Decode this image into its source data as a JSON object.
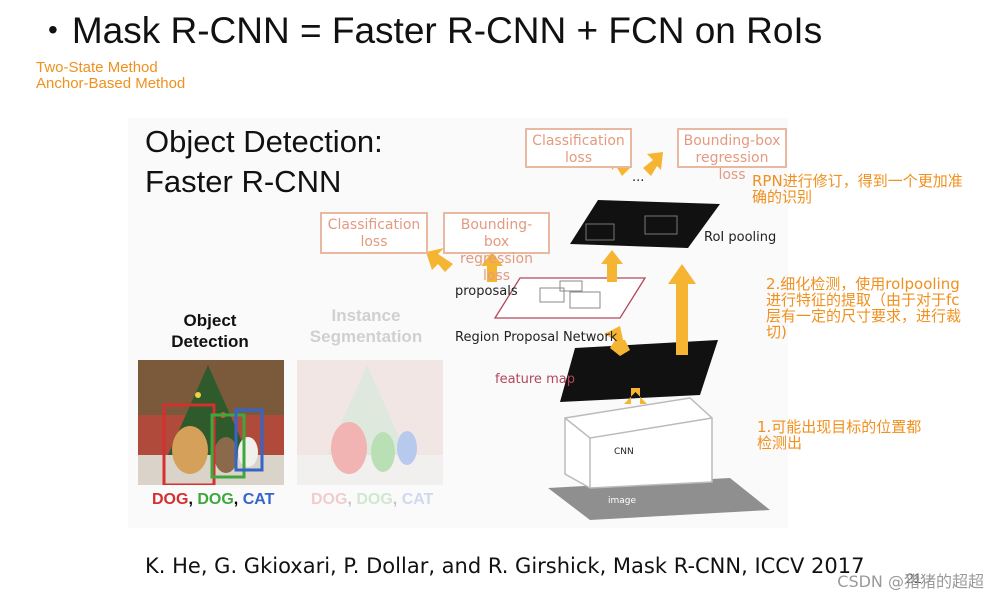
{
  "slide": {
    "title": "Mask R-CNN = Faster R-CNN + FCN on RoIs",
    "tags": [
      "Two-State Method",
      "Anchor-Based Method"
    ],
    "section_title_lines": [
      "Object Detection:",
      "Faster R-CNN"
    ],
    "reference": "K. He, G. Gkioxari, P. Dollar, and R. Girshick, Mask R-CNN, ICCV 2017",
    "page_number": "21",
    "watermark": "CSDN @猪猪的超超"
  },
  "thumbnails": {
    "detection_title_lines": [
      "Object",
      "Detection"
    ],
    "segmentation_title_lines": [
      "Instance",
      "Segmentation"
    ],
    "labels": [
      "DOG",
      "DOG",
      "CAT"
    ],
    "label_colors": [
      "#d62f2f",
      "#3ea83e",
      "#3565c8"
    ]
  },
  "diagram": {
    "top_cls_lines": [
      "Classification",
      "loss"
    ],
    "top_bbox_lines": [
      "Bounding-box",
      "regression loss"
    ],
    "mid_cls_lines": [
      "Classification",
      "loss"
    ],
    "mid_bbox_lines": [
      "Bounding-box",
      "regression loss"
    ],
    "ellipsis": "...",
    "roi_pooling": "RoI pooling",
    "proposals": "proposals",
    "rpn": "Region Proposal Network",
    "feature_map": "feature map",
    "cnn": "CNN",
    "image": "image",
    "arrow_color": "#f5b533",
    "box_border_color": "#e8b8a0"
  },
  "annotations": {
    "rpn_refine_lines": [
      "RPN进行修订，得到一个更加准",
      "确的识别"
    ],
    "roipooling_lines": [
      "2.细化检测，使用rolpooling",
      "进行特征的提取（由于对于fc",
      "层有一定的尺寸要求，进行裁",
      "切)"
    ],
    "detect_lines": [
      "1.可能出现目标的位置都",
      "检测出"
    ]
  }
}
